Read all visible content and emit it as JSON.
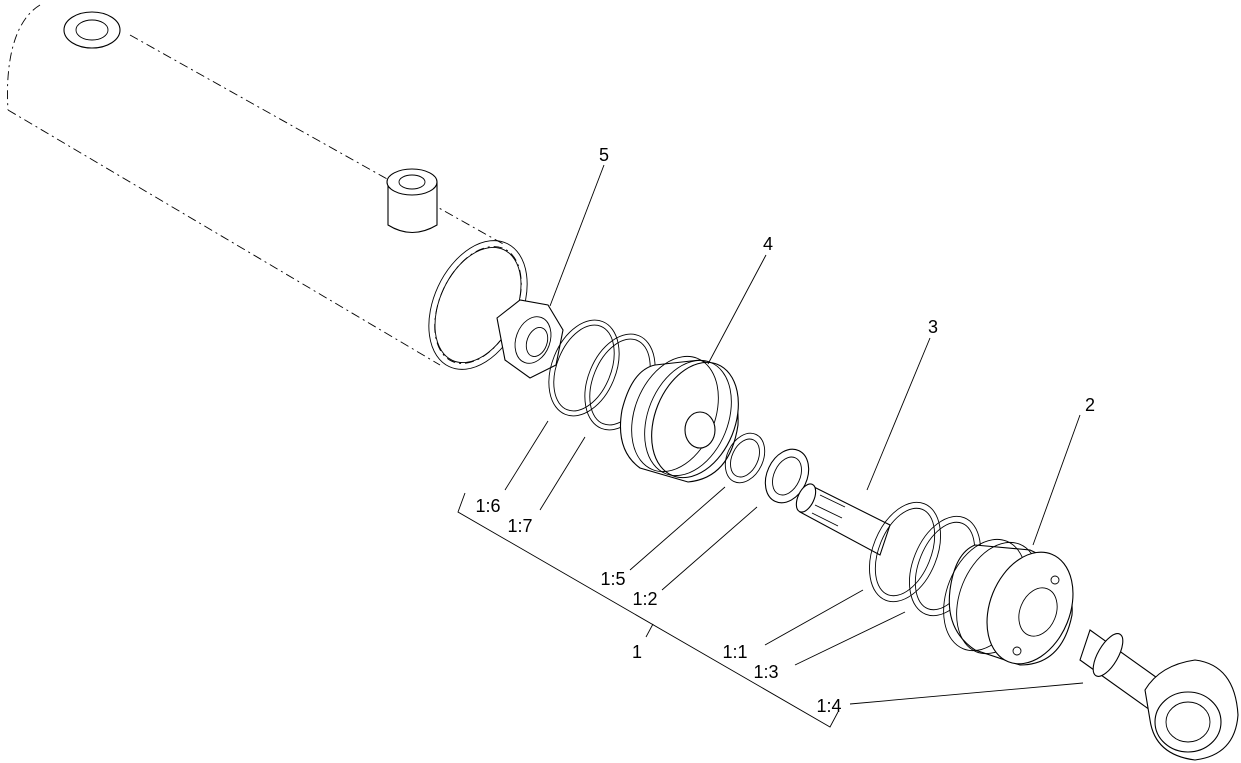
{
  "callouts": {
    "c1": "1",
    "c2": "2",
    "c3": "3",
    "c4": "4",
    "c5": "5",
    "c1_1": "1:1",
    "c1_2": "1:2",
    "c1_3": "1:3",
    "c1_4": "1:4",
    "c1_5": "1:5",
    "c1_6": "1:6",
    "c1_7": "1:7"
  }
}
